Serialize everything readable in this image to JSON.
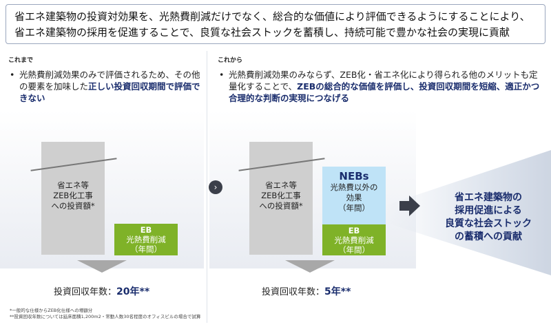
{
  "header": {
    "line1": "省エネ建築物の投資対効果を、光熱費削減だけでなく、総合的な価値により評価できるようにすることにより、",
    "line2": "省エネ建築物の採用を促進することで、良質な社会ストックを蓄積し、持続可能で豊かな社会の実現に貢献"
  },
  "left": {
    "title": "これまで",
    "bullet_plain": "光熱費削減効果のみで評価されるため、その他の要素を加味した",
    "bullet_bold": "正しい投資回収期間で評価できない",
    "gray_bar": {
      "line1": "省エネ等",
      "line2": "ZEB化工事",
      "line3": "への投資額*"
    },
    "green_bar": {
      "line1": "EB",
      "line2": "光熱費削減",
      "line3": "（年間）"
    },
    "result_label": "投資回収年数：",
    "result_value": "20年**",
    "notes": {
      "line1": "*一般的な仕様からZEB化仕様への増額分",
      "line2": "**投資回収年数については延床面積1,200m2・常勤人数30名程度のオフィスビルの場合で試算"
    }
  },
  "right": {
    "title": "これから",
    "bullet_plain1": "光熱費削減効果のみならず、ZEB化・省エネ化により得られる他のメリットも定量化することで、",
    "bullet_bold": "ZEBの総合的な価値を評価し、投資回収期間を短縮、適正かつ合理的な判断の実現につなげる",
    "gray_bar": {
      "line1": "省エネ等",
      "line2": "ZEB化工事",
      "line3": "への投資額*"
    },
    "blue_bar": {
      "title": "NEBs",
      "line1": "光熱費以外の",
      "line2": "効果",
      "line3": "（年間）"
    },
    "green_bar": {
      "line1": "EB",
      "line2": "光熱費削減",
      "line3": "（年間）"
    },
    "result_label": "投資回収年数：",
    "result_value": "5年**"
  },
  "outcome": {
    "line1": "省エネ建築物の",
    "line2": "採用促進による",
    "line3": "良質な社会ストック",
    "line4": "の蓄積への貢献"
  },
  "colors": {
    "navy": "#1a2d6d",
    "green": "#7fb228",
    "light_blue": "#bfe3f7",
    "gray": "#cfcfcf"
  }
}
